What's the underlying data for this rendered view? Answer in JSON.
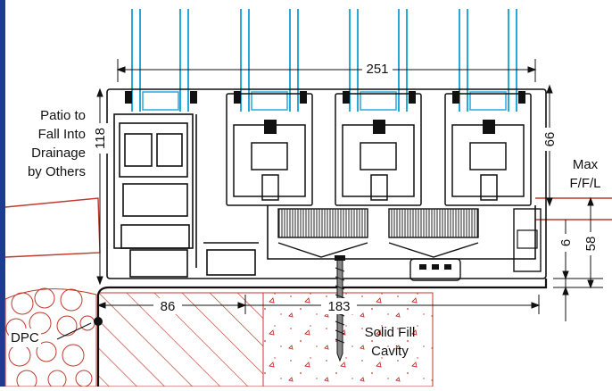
{
  "dimensions": {
    "overall_width": "251",
    "frame_height": "118",
    "sash_height": "66",
    "threshold_height": "58",
    "upstand": "6",
    "left_width": "86",
    "right_width": "183"
  },
  "notes": {
    "patio": [
      "Patio to",
      "Fall Into",
      "Drainage",
      "by Others"
    ],
    "max_ffl": [
      "Max",
      "F/F/L"
    ],
    "dpc": "DPC",
    "solid_fill": [
      "Solid Fill",
      "Cavity"
    ]
  },
  "colors": {
    "glass": "#2aa8d8",
    "ground_line": "#c0392b",
    "outline": "#111111",
    "left_border": "#1f3a93"
  }
}
